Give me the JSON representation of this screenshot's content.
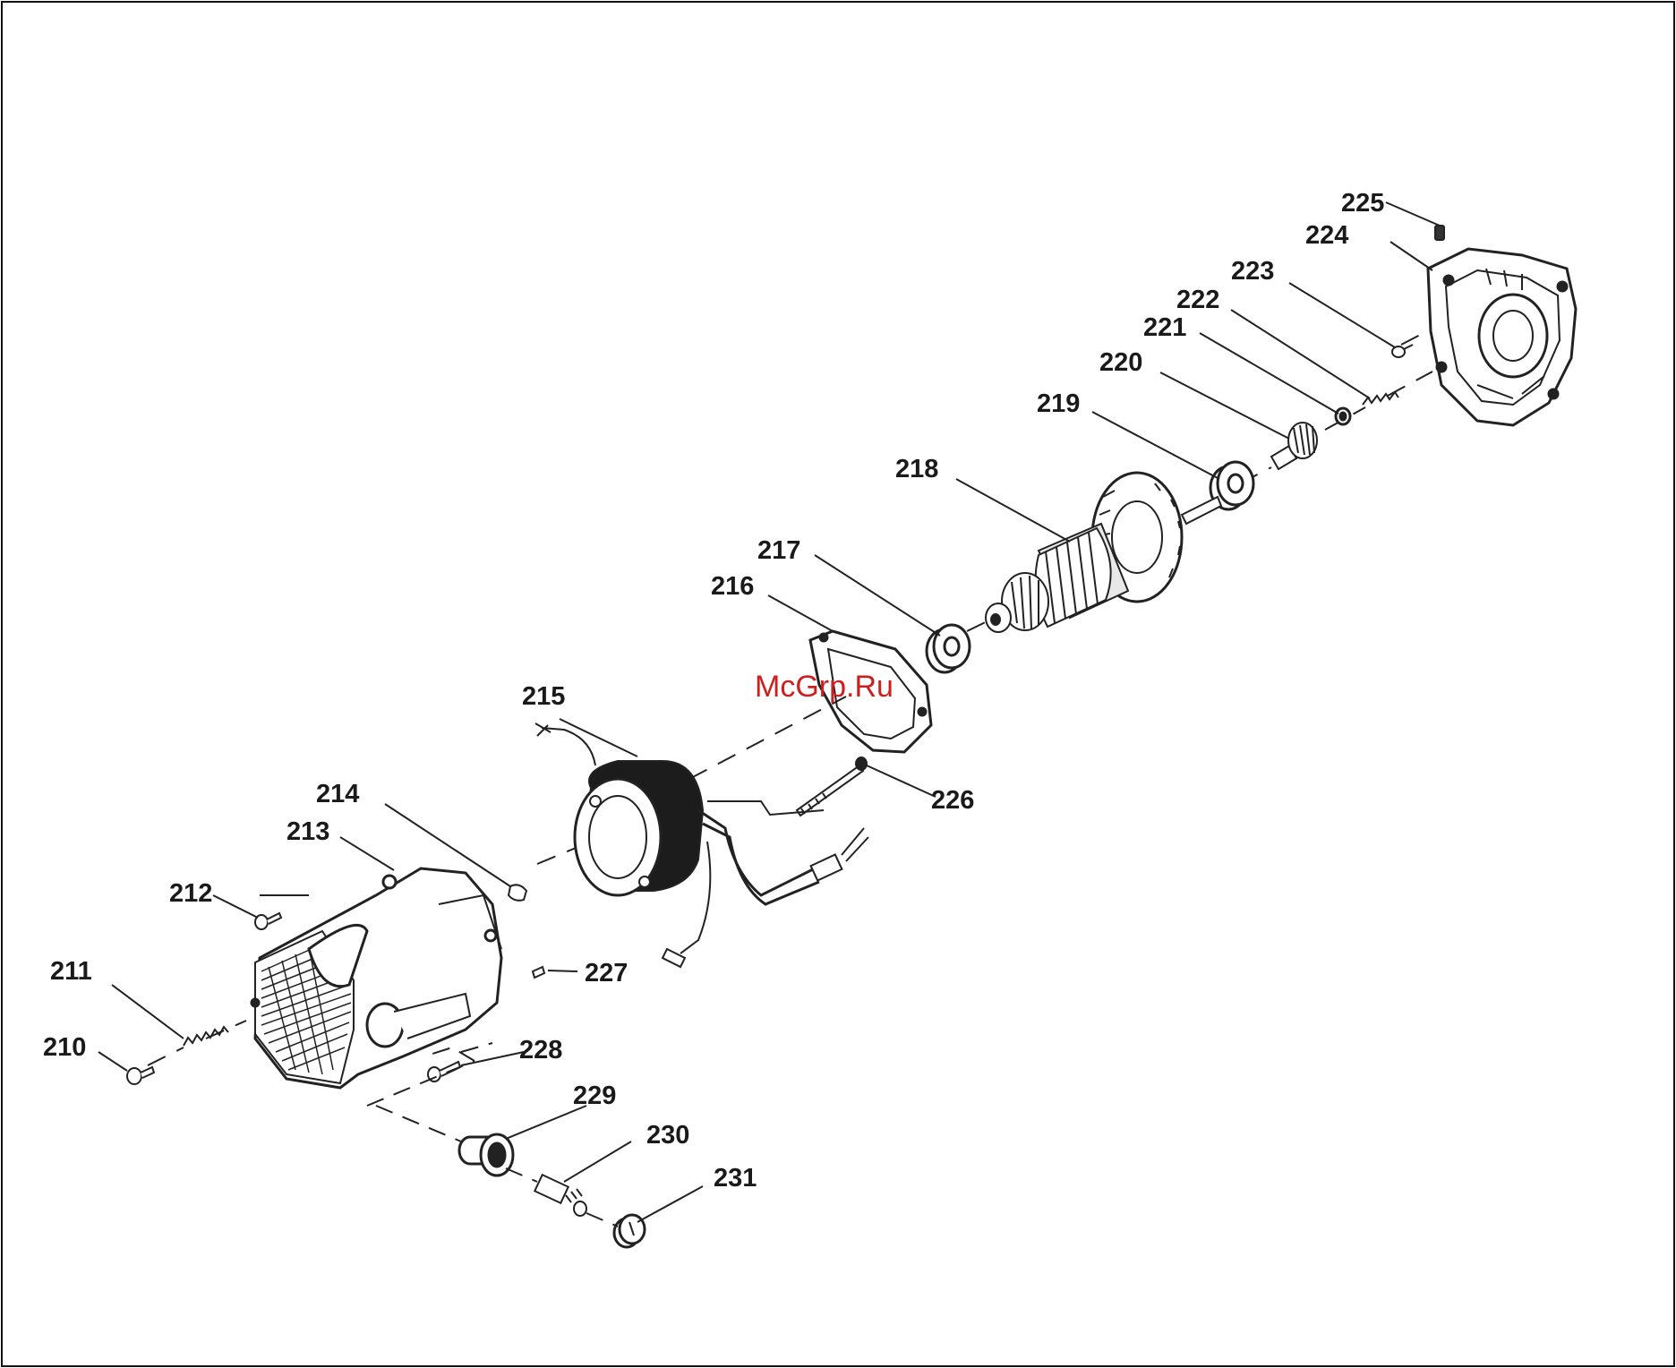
{
  "watermark": "McGrp.Ru",
  "parts": [
    {
      "id": "part-210",
      "label": "210"
    },
    {
      "id": "part-211",
      "label": "211"
    },
    {
      "id": "part-212",
      "label": "212"
    },
    {
      "id": "part-213",
      "label": "213"
    },
    {
      "id": "part-214",
      "label": "214"
    },
    {
      "id": "part-215",
      "label": "215"
    },
    {
      "id": "part-216",
      "label": "216"
    },
    {
      "id": "part-217",
      "label": "217"
    },
    {
      "id": "part-218",
      "label": "218"
    },
    {
      "id": "part-219",
      "label": "219"
    },
    {
      "id": "part-220",
      "label": "220"
    },
    {
      "id": "part-221",
      "label": "221"
    },
    {
      "id": "part-222",
      "label": "222"
    },
    {
      "id": "part-223",
      "label": "223"
    },
    {
      "id": "part-224",
      "label": "224"
    },
    {
      "id": "part-225",
      "label": "225"
    },
    {
      "id": "part-226",
      "label": "226"
    },
    {
      "id": "part-227",
      "label": "227"
    },
    {
      "id": "part-228",
      "label": "228"
    },
    {
      "id": "part-229",
      "label": "229"
    },
    {
      "id": "part-230",
      "label": "230"
    },
    {
      "id": "part-231",
      "label": "231"
    }
  ]
}
